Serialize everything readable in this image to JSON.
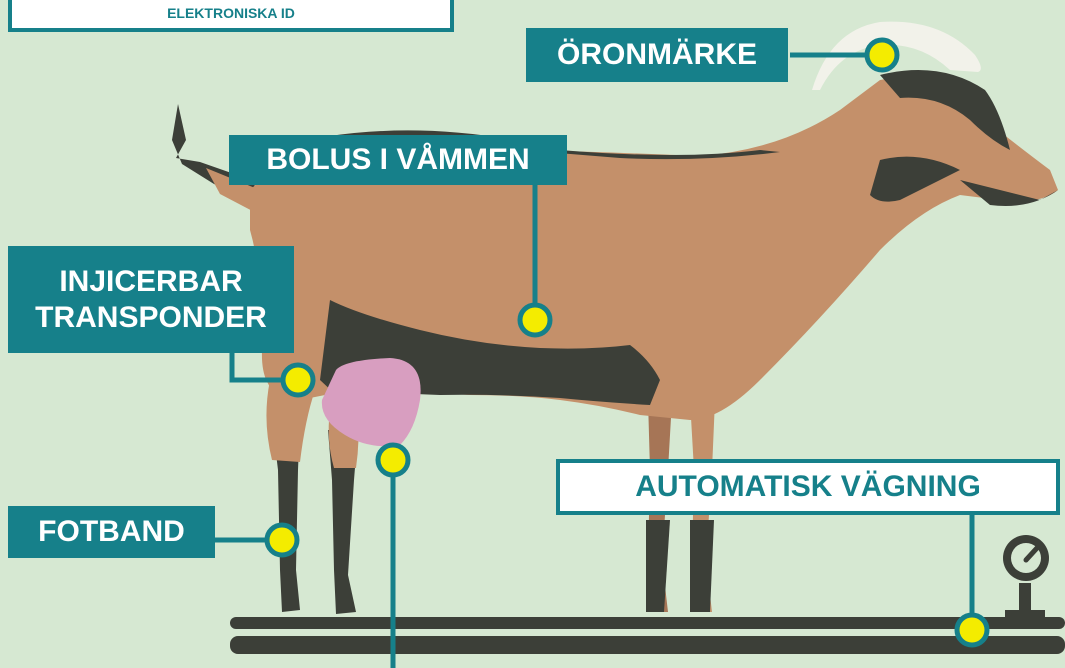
{
  "colors": {
    "background": "#d6e8d2",
    "teal": "#16808a",
    "marker": "#f4ec00",
    "goat_body": "#c4906a",
    "goat_dark": "#3c3f38",
    "udder": "#d89ec0",
    "horn": "#f2f2ea",
    "scale_bar": "#3c3f38"
  },
  "labels": {
    "top_banner": "ELEKTRONISKA ID",
    "ear_tag": "ÖRONMÄRKE",
    "rumen_bolus": "BOLUS I VÅMMEN",
    "injectable_line1": "INJICERBAR",
    "injectable_line2": "TRANSPONDER",
    "foot_band": "FOTBAND",
    "auto_weighing": "AUTOMATISK VÄGNING"
  },
  "icons": {
    "marker": "yellow-circle-marker",
    "gauge": "scale-gauge-icon"
  }
}
